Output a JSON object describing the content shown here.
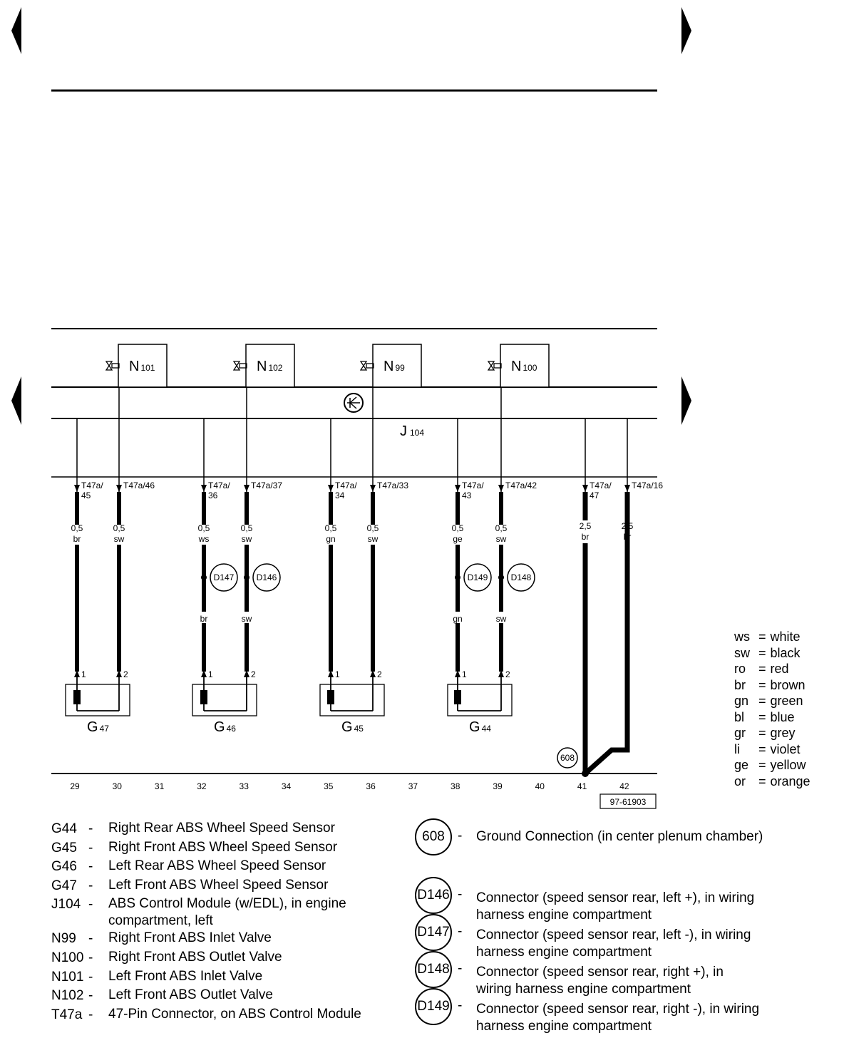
{
  "component_boxes": [
    {
      "letter": "N",
      "sub": "101"
    },
    {
      "letter": "N",
      "sub": "102"
    },
    {
      "letter": "N",
      "sub": "99"
    },
    {
      "letter": "N",
      "sub": "100"
    }
  ],
  "module": {
    "letter": "J",
    "sub": "104"
  },
  "pins": [
    {
      "label_line1": "T47a/",
      "label_line2": "45",
      "size": "0,5",
      "color": "br"
    },
    {
      "label_line1": "T47a/46",
      "label_line2": "",
      "size": "0,5",
      "color": "sw"
    },
    {
      "label_line1": "T47a/",
      "label_line2": "36",
      "size": "0,5",
      "color": "ws",
      "connector": "D147",
      "color_after": "br"
    },
    {
      "label_line1": "T47a/37",
      "label_line2": "",
      "size": "0,5",
      "color": "sw",
      "connector": "D146",
      "color_after": "sw"
    },
    {
      "label_line1": "T47a/",
      "label_line2": "34",
      "size": "0,5",
      "color": "gn"
    },
    {
      "label_line1": "T47a/33",
      "label_line2": "",
      "size": "0,5",
      "color": "sw"
    },
    {
      "label_line1": "T47a/",
      "label_line2": "43",
      "size": "0,5",
      "color": "ge",
      "connector": "D149",
      "color_after": "gn"
    },
    {
      "label_line1": "T47a/42",
      "label_line2": "",
      "size": "0,5",
      "color": "sw",
      "connector": "D148",
      "color_after": "sw"
    },
    {
      "label_line1": "T47a/",
      "label_line2": "47",
      "size": "2,5",
      "color": "br"
    },
    {
      "label_line1": "T47a/16",
      "label_line2": "",
      "size": "2,5",
      "color": "br"
    }
  ],
  "sensors": [
    {
      "letter": "G",
      "sub": "47",
      "pin1": "1",
      "pin2": "2"
    },
    {
      "letter": "G",
      "sub": "46",
      "pin1": "1",
      "pin2": "2"
    },
    {
      "letter": "G",
      "sub": "45",
      "pin1": "1",
      "pin2": "2"
    },
    {
      "letter": "G",
      "sub": "44",
      "pin1": "1",
      "pin2": "2"
    }
  ],
  "ground_label": "608",
  "bottom_numbers": [
    "29",
    "30",
    "31",
    "32",
    "33",
    "34",
    "35",
    "36",
    "37",
    "38",
    "39",
    "40",
    "41",
    "42"
  ],
  "figure_id": "97-61903",
  "legend": [
    {
      "code": "G44",
      "dash": "-",
      "desc": "Right Rear ABS Wheel Speed Sensor"
    },
    {
      "code": "G45",
      "dash": "-",
      "desc": "Right Front ABS Wheel Speed Sensor"
    },
    {
      "code": "G46",
      "dash": "-",
      "desc": "Left Rear ABS Wheel Speed Sensor"
    },
    {
      "code": "G47",
      "dash": "-",
      "desc": "Left Front ABS Wheel Speed Sensor"
    },
    {
      "code": "J104",
      "dash": "-",
      "desc": "ABS Control Module (w/EDL), in engine\ncompartment, left"
    },
    {
      "code": "N99",
      "dash": "-",
      "desc": "Right Front ABS Inlet Valve"
    },
    {
      "code": "N100",
      "dash": "-",
      "desc": "Right Front ABS Outlet Valve"
    },
    {
      "code": "N101",
      "dash": "-",
      "desc": "Left Front ABS Inlet Valve"
    },
    {
      "code": "N102",
      "dash": "-",
      "desc": "Left Front ABS Outlet Valve"
    },
    {
      "code": "T47a",
      "dash": "-",
      "desc": "47-Pin Connector, on ABS Control Module"
    }
  ],
  "connectors": [
    {
      "id": "608",
      "dash": "-",
      "desc": "Ground Connection (in center plenum chamber)"
    },
    {
      "id": "D146",
      "dash": "-",
      "desc": "Connector (speed sensor rear, left +), in wiring\nharness engine compartment"
    },
    {
      "id": "D147",
      "dash": "-",
      "desc": "Connector (speed sensor rear, left -), in wiring\nharness engine compartment"
    },
    {
      "id": "D148",
      "dash": "-",
      "desc": "Connector (speed sensor rear, right +), in\nwiring harness engine compartment"
    },
    {
      "id": "D149",
      "dash": "-",
      "desc": "Connector (speed sensor rear, right -), in wiring\nharness engine compartment"
    }
  ],
  "color_key": [
    {
      "abbr": "ws",
      "eq": "=",
      "name": "white"
    },
    {
      "abbr": "sw",
      "eq": "=",
      "name": "black"
    },
    {
      "abbr": "ro",
      "eq": "=",
      "name": "red"
    },
    {
      "abbr": "br",
      "eq": "=",
      "name": "brown"
    },
    {
      "abbr": "gn",
      "eq": "=",
      "name": "green"
    },
    {
      "abbr": "bl",
      "eq": "=",
      "name": "blue"
    },
    {
      "abbr": "gr",
      "eq": "=",
      "name": "grey"
    },
    {
      "abbr": "li",
      "eq": "=",
      "name": "violet"
    },
    {
      "abbr": "ge",
      "eq": "=",
      "name": "yellow"
    },
    {
      "abbr": "or",
      "eq": "=",
      "name": "orange"
    }
  ]
}
